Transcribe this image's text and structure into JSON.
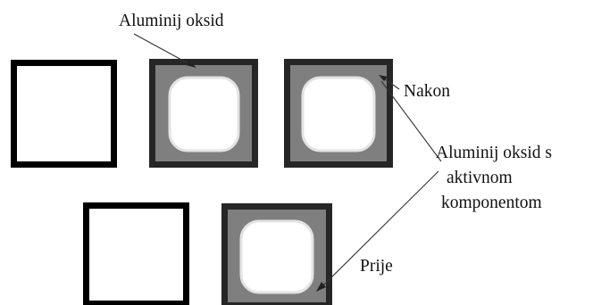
{
  "labels": {
    "alumina": "Aluminij oksid",
    "after": "Nakon",
    "alumina_active_line1": "Aluminij oksid s",
    "alumina_active_line2": "aktivnom",
    "alumina_active_line3": "komponentom",
    "before": "Prije"
  }
}
